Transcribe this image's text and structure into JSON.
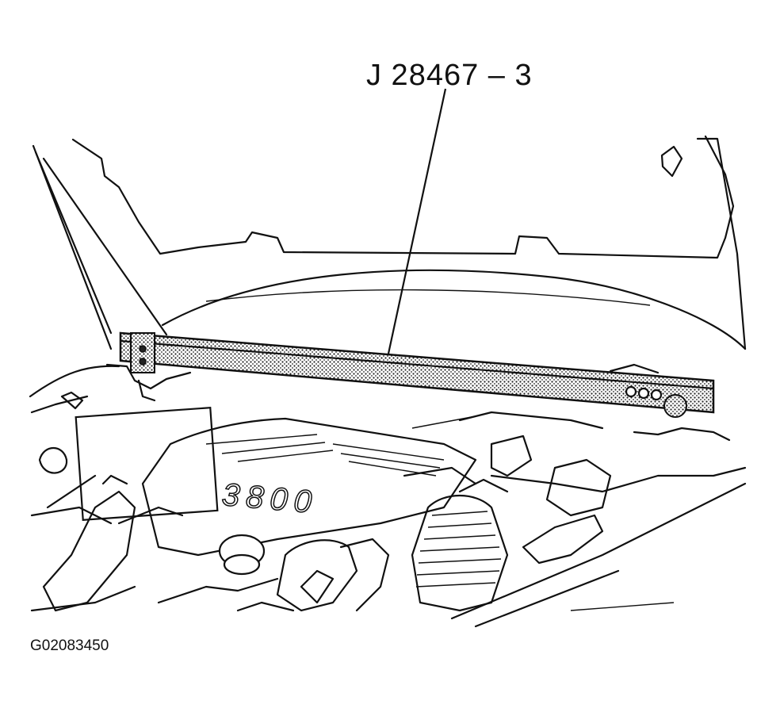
{
  "figure": {
    "callout_label": "J 28467 – 3",
    "figure_id": "G02083450",
    "engine_badge": "3800"
  }
}
